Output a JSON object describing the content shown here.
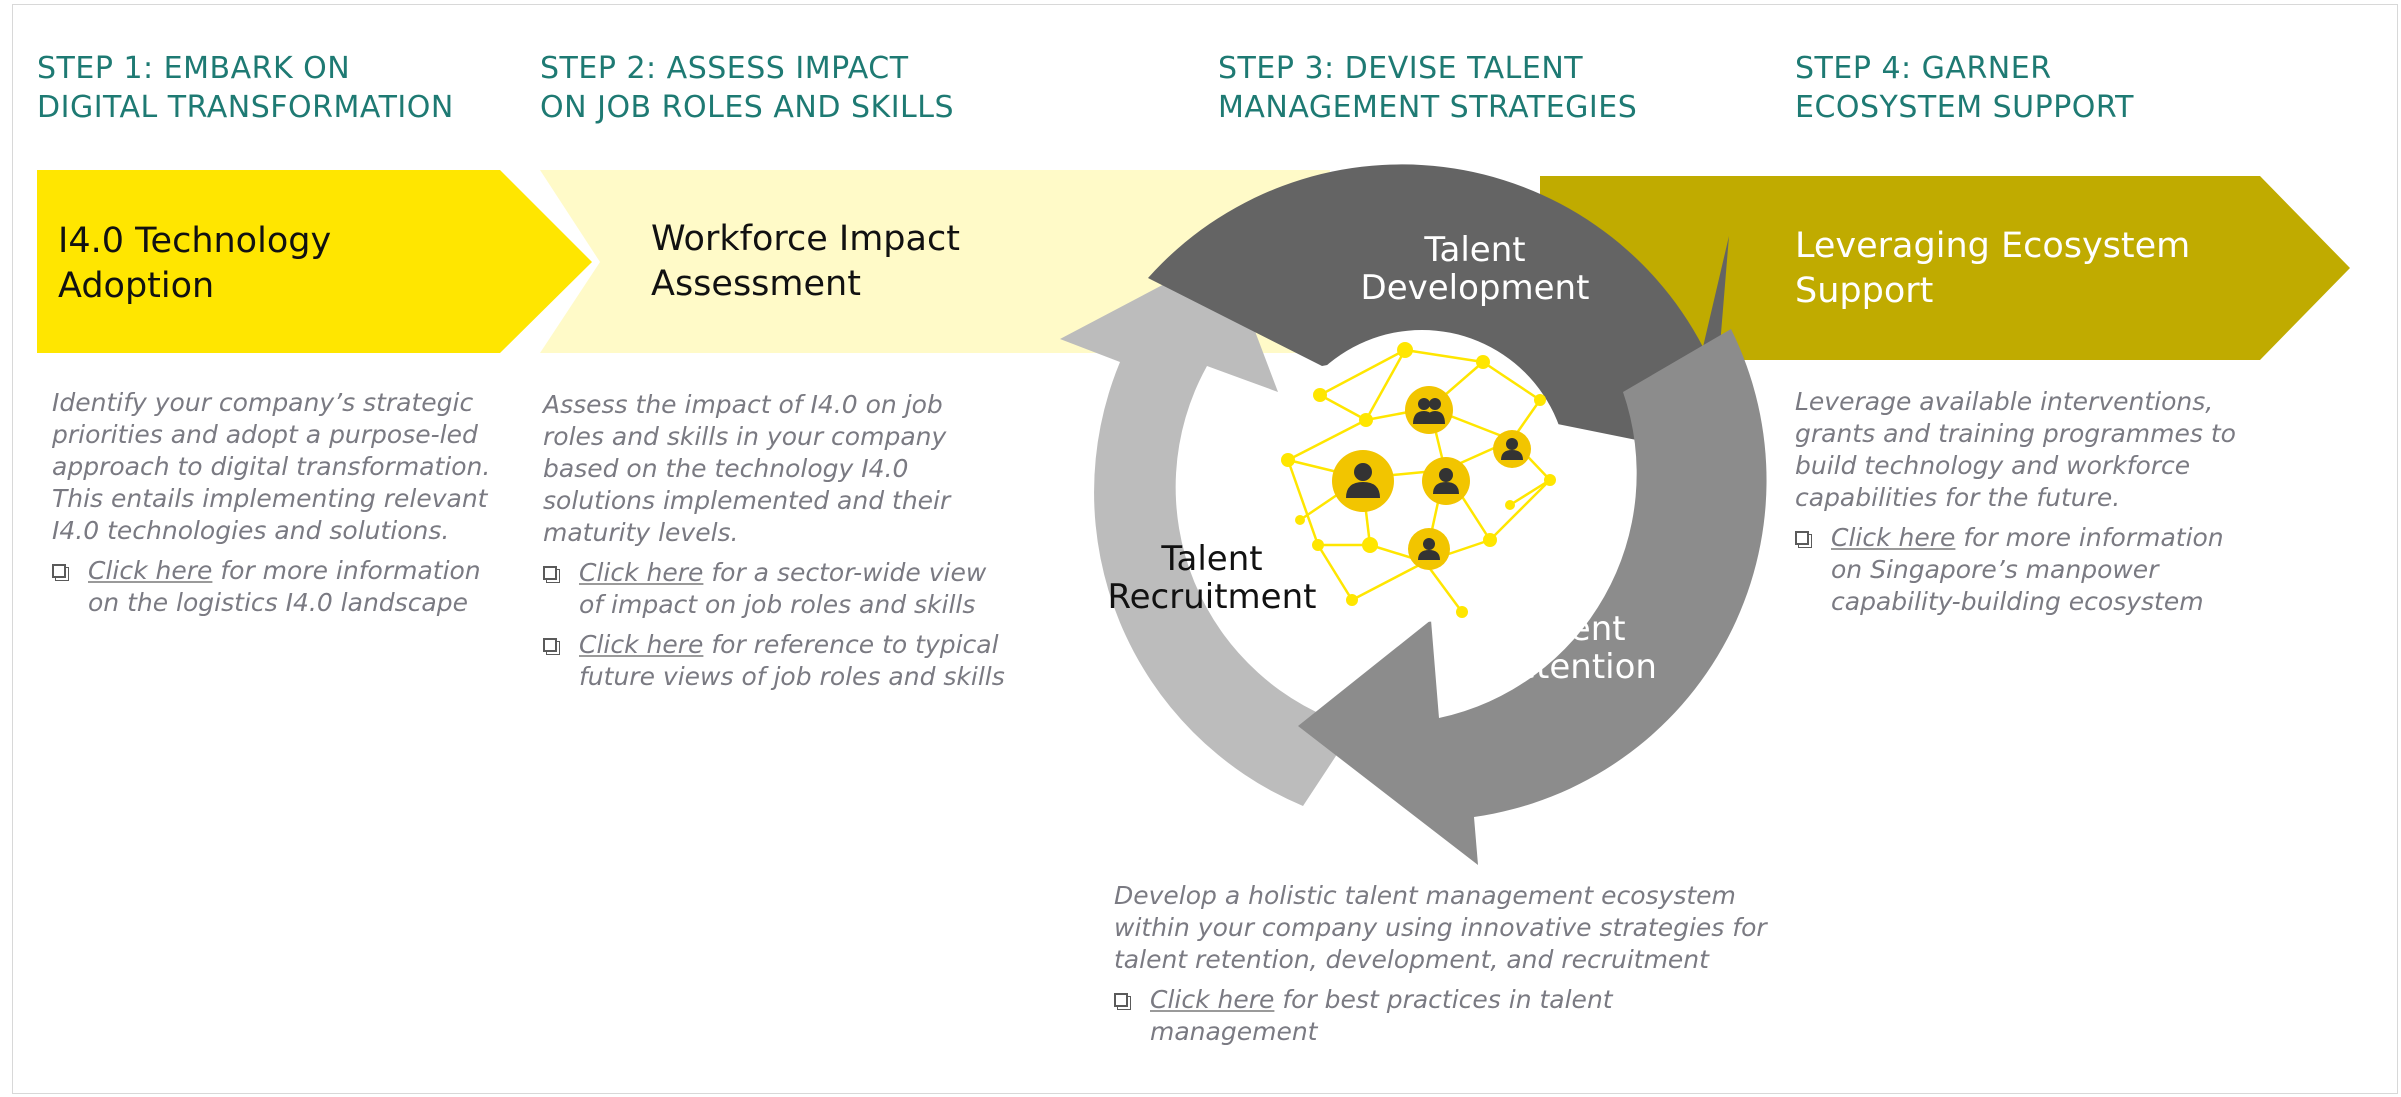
{
  "steps": [
    {
      "title_line1": "STEP 1: EMBARK ON",
      "title_line2": "DIGITAL TRANSFORMATION"
    },
    {
      "title_line1": "STEP 2: ASSESS IMPACT",
      "title_line2": "ON JOB ROLES AND SKILLS"
    },
    {
      "title_line1": "STEP 3: DEVISE TALENT",
      "title_line2": "MANAGEMENT STRATEGIES"
    },
    {
      "title_line1": "STEP 4: GARNER",
      "title_line2": "ECOSYSTEM SUPPORT"
    }
  ],
  "boxes": {
    "step1": {
      "line1": "I4.0 Technology",
      "line2": "Adoption"
    },
    "step2": {
      "line1": "Workforce Impact",
      "line2": "Assessment"
    },
    "step4": {
      "line1": "Leveraging Ecosystem",
      "line2": "Support"
    }
  },
  "cycle": {
    "development": {
      "line1": "Talent",
      "line2": "Development"
    },
    "retention": {
      "line1": "Talent",
      "line2": "Retention"
    },
    "recruitment": {
      "line1": "Talent",
      "line2": "Recruitment"
    }
  },
  "descriptions": {
    "step1": {
      "lines": [
        "Identify your company’s strategic",
        "priorities and adopt a purpose-led",
        "approach to digital transformation.",
        "This entails implementing relevant",
        "I4.0 technologies and solutions."
      ],
      "links": [
        {
          "link_text": "Click here",
          "rest_line1": " for more information",
          "line2": "on the logistics I4.0 landscape"
        }
      ]
    },
    "step2": {
      "lines": [
        "Assess the impact of I4.0 on job",
        "roles and skills in your company",
        "based on the technology I4.0",
        "solutions implemented and their",
        "maturity levels."
      ],
      "links": [
        {
          "link_text": "Click here",
          "rest_line1": " for a sector-wide view",
          "line2": "of impact on job roles and skills"
        },
        {
          "link_text": "Click here",
          "rest_line1": " for reference to typical",
          "line2": "future views of job roles and skills"
        }
      ]
    },
    "step3": {
      "lines": [
        "Develop a holistic talent management ecosystem",
        "within your company using innovative strategies for",
        "talent retention, development, and recruitment"
      ],
      "links": [
        {
          "link_text": "Click here",
          "rest_line1": " for best practices in talent",
          "line2": "management"
        }
      ]
    },
    "step4": {
      "lines": [
        "Leverage available interventions,",
        "grants and training programmes to",
        "build technology and workforce",
        "capabilities for the future."
      ],
      "links": [
        {
          "link_text": "Click here",
          "rest_line1": " for more information",
          "line2": "on Singapore’s manpower"
        },
        {
          "link_text": "",
          "rest_line1": "",
          "line2": "capability-building ecosystem"
        }
      ]
    }
  },
  "colors": {
    "step_title": "#1e7a73",
    "step1_box": "#ffe600",
    "step2_box": "#fffac8",
    "step4_box": "#c0ab00",
    "development": "#646464",
    "retention": "#8c8c8c",
    "recruitment": "#bcbcbc",
    "network": "#ffe600",
    "person": "#f2c500"
  },
  "icons": [
    "checkbox-icon",
    "person-icon",
    "network-icon"
  ]
}
